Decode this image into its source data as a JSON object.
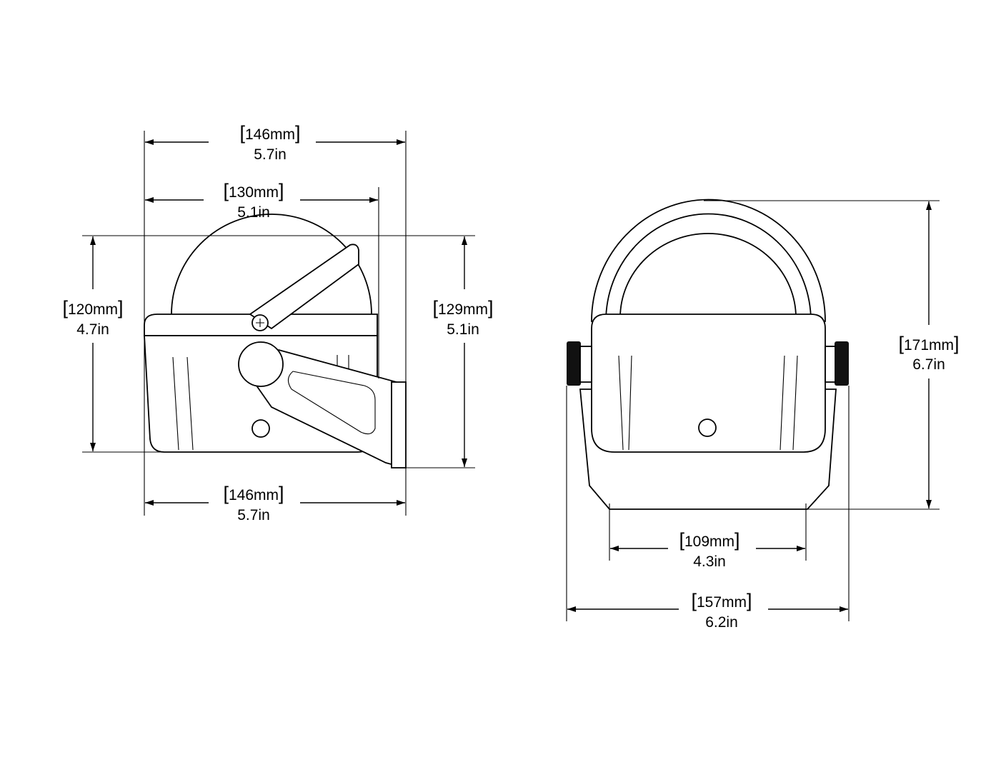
{
  "side_view": {
    "overall_width": {
      "mm": "146mm",
      "in": "5.7in"
    },
    "bowl_width": {
      "mm": "130mm",
      "in": "5.1in"
    },
    "body_height": {
      "mm": "120mm",
      "in": "4.7in"
    },
    "overall_height": {
      "mm": "129mm",
      "in": "5.1in"
    },
    "base_width": {
      "mm": "146mm",
      "in": "5.7in"
    }
  },
  "front_view": {
    "overall_height": {
      "mm": "171mm",
      "in": "6.7in"
    },
    "base_width": {
      "mm": "109mm",
      "in": "4.3in"
    },
    "overall_width": {
      "mm": "157mm",
      "in": "6.2in"
    }
  }
}
